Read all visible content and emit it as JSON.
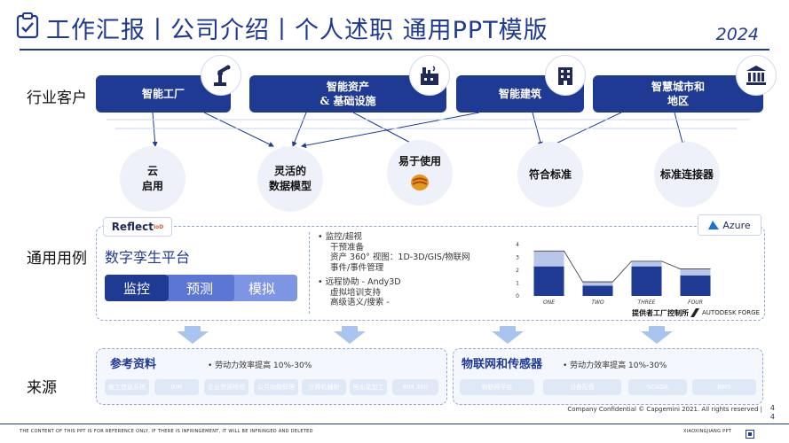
{
  "header": {
    "title": "工作汇报丨公司介绍丨个人述职 通用PPT模版",
    "year": "2024"
  },
  "rows": {
    "industry": "行业客户",
    "usecase": "通用用例",
    "source": "来源"
  },
  "industries": [
    {
      "label": "智能工厂",
      "icon": "robot-arm-icon"
    },
    {
      "label": "智能资产\n& 基础设施",
      "icon": "factory-icon"
    },
    {
      "label": "智能建筑",
      "icon": "building-icon"
    },
    {
      "label": "智慧城市和\n地区",
      "icon": "bank-icon"
    }
  ],
  "capabilities": [
    {
      "label": "云\n启用"
    },
    {
      "label": "灵活的\n数据模型"
    },
    {
      "label": "易于使用"
    },
    {
      "label": "符合标准"
    },
    {
      "label": "标准连接器"
    }
  ],
  "usecase": {
    "reflect_logo": "Reflect",
    "reflect_sup": "IoD",
    "twin_title": "数字孪生平台",
    "tabs": [
      "监控",
      "预测",
      "模拟"
    ],
    "bullets": [
      {
        "text": "•  监控/超视",
        "sub": [
          "干预准备",
          "资产 360°  视图：1D-3D/GIS/物联网",
          "事件/事件管理"
        ]
      },
      {
        "text": "•  远程协助 - Andy3D",
        "sub": [
          "虚拟培训支持",
          "高级语义/搜索 -"
        ]
      }
    ],
    "azure_label": "Azure",
    "chart_provider": "提供者工厂控制所",
    "forge_label": "AUTODESK  FORGE"
  },
  "chart_data": {
    "type": "bar",
    "categories": [
      "ONE",
      "TWO",
      "THREE",
      "FOUR"
    ],
    "series": [
      {
        "values": [
          2.3,
          0.8,
          2.3,
          1.6
        ]
      },
      {
        "values": [
          1.2,
          0.3,
          0.4,
          0.5
        ]
      }
    ],
    "stacked": true,
    "ylim": [
      0,
      4
    ],
    "yticks": [
      "0",
      "1",
      "2",
      "3",
      "4"
    ],
    "colors": [
      "#1f3a93",
      "#b8c6ea"
    ]
  },
  "sources": [
    {
      "title": "参考资料",
      "note": "•   劳动力效率提高 10%-30%",
      "pills": [
        "施工信息系统",
        "BIM",
        "企业资源规划",
        "公共功能管理",
        "计算机辅助",
        "电火花加工",
        "BIM 360"
      ]
    },
    {
      "title": "物联网和传感器",
      "note": "•   劳动力效率提高 10%-30%",
      "pills": [
        "物联网平台",
        "设备配备",
        "SCADA",
        "BMS"
      ]
    }
  ],
  "footer": {
    "disclaimer": "THE CONTENT OF THIS PPT IS FOR REFERENCE ONLY, IF THERE IS INFRINGEMENT, IT WILL BE INFRINGED AND DELETED",
    "author": "XIAOXINGJIANG PPT",
    "confidential": "Company Confidential © Capgemini 2021. All rights reserved  |",
    "page": "4\n4"
  },
  "colors": {
    "primary": "#1f3a93",
    "accent_light": "#a9c4ee",
    "tab_active": "#1f3a93",
    "tab_inactive": "#5b76d4"
  }
}
